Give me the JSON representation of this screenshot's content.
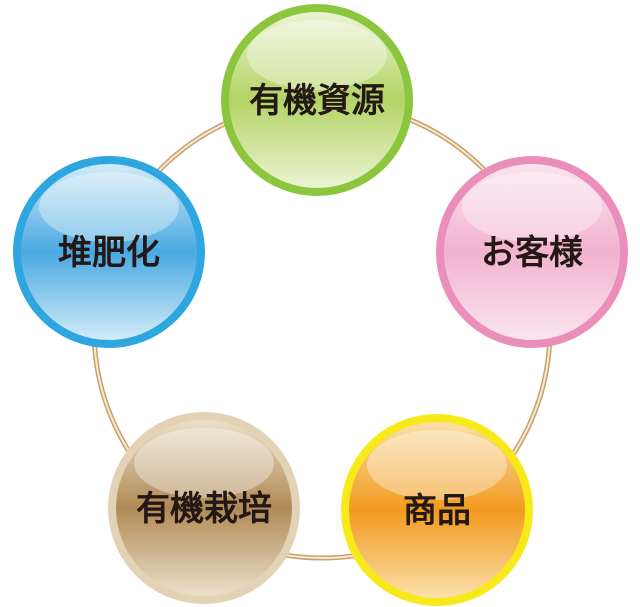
{
  "title": "循環図",
  "nodes": [
    {
      "id": "organic-resources",
      "label": "有機資源",
      "border": "#8cc63f",
      "light": "#eef5d8",
      "dark": "#b3d465"
    },
    {
      "id": "customers",
      "label": "お客様",
      "border": "#ea8fba",
      "light": "#fbe7ef",
      "dark": "#f2b3cf"
    },
    {
      "id": "products",
      "label": "商品",
      "border": "#f7e91a",
      "light": "#fbe3b0",
      "dark": "#f29a1e"
    },
    {
      "id": "organic-farming",
      "label": "有機栽培",
      "border": "#e3d3b6",
      "light": "#efe4cf",
      "dark": "#b08a55"
    },
    {
      "id": "compost",
      "label": "堆肥化",
      "border": "#2ea6df",
      "light": "#d8eef9",
      "dark": "#4aa9e1"
    }
  ],
  "ring_color": "#c9a06a"
}
